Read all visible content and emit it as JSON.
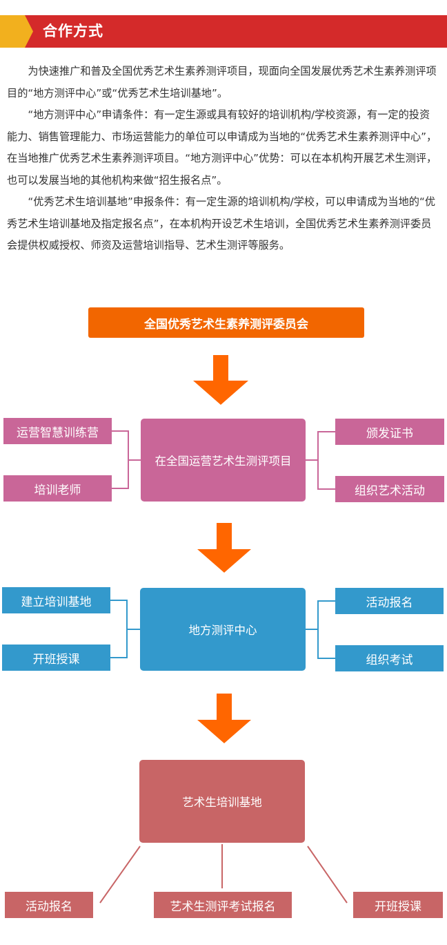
{
  "header": {
    "title": "合作方式",
    "accent_color": "#d42a2a",
    "badge_color": "#f2b01e"
  },
  "intro": {
    "p1": "为快速推广和普及全国优秀艺术生素养测评项目，现面向全国发展优秀艺术生素养测评项目的“地方测评中心”或“优秀艺术生培训基地”。",
    "p2": "“地方测评中心”申请条件：有一定生源或具有较好的培训机构/学校资源，有一定的投资能力、销售管理能力、市场运营能力的单位可以申请成为当地的“优秀艺术生素养测评中心”，在当地推广优秀艺术生素养测评项目。“地方测评中心”优势：可以在本机构开展艺术生测评，也可以发展当地的其他机构来做“招生报名点”。",
    "p3": "“优秀艺术生培训基地”申报条件：有一定生源的培训机构/学校，可以申请成为当地的“优秀艺术生培训基地及指定报名点”，在本机构开设艺术生培训，全国优秀艺术生素养测评委员会提供权威授权、师资及运营培训指导、艺术生测评等服务。"
  },
  "diagram": {
    "top": "全国优秀艺术生素养测评委员会",
    "level1": {
      "center": "在全国运营艺术生测评项目",
      "left": [
        "运营智慧训练营",
        "培训老师"
      ],
      "right": [
        "颁发证书",
        "组织艺术活动"
      ],
      "color": "#c96698"
    },
    "level2": {
      "center": "地方测评中心",
      "left": [
        "建立培训基地",
        "开班授课"
      ],
      "right": [
        "活动报名",
        "组织考试"
      ],
      "color": "#3399cc"
    },
    "level3": {
      "center": "艺术生培训基地",
      "bottom": [
        "活动报名",
        "艺术生测评考试报名",
        "开班授课"
      ],
      "color": "#c86566"
    },
    "arrow_color": "#ff6600"
  }
}
